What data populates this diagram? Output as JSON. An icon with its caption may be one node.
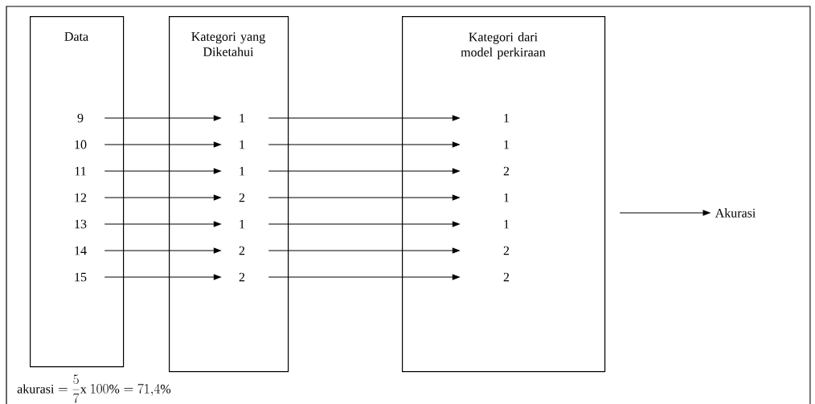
{
  "diagram": {
    "nodes": [
      {
        "text": [
          "Data"
        ]
      },
      {
        "text": [
          "Kategori yang Diketahui"
        ]
      },
      {
        "text": [
          "Kategori dari model perkiraan"
        ]
      },
      {
        "text": [
          "9"
        ],
        "in": 0
      },
      {
        "text": [
          "10"
        ],
        "in": 0
      },
      {
        "text": [
          "11"
        ],
        "in": 0
      },
      {
        "text": [
          "12"
        ],
        "in": 0
      },
      {
        "text": [
          "13"
        ],
        "in": 0
      },
      {
        "text": [
          "14"
        ],
        "in": 0
      },
      {
        "text": [
          "15"
        ],
        "in": 0
      },
      {
        "text": [
          "1"
        ],
        "in": 1
      },
      {
        "text": [
          "1"
        ],
        "in": 1
      },
      {
        "text": [
          "1"
        ],
        "in": 1
      },
      {
        "text": [
          "2"
        ],
        "in": 1
      },
      {
        "text": [
          "1"
        ],
        "in": 1
      },
      {
        "text": [
          "2"
        ],
        "in": 1
      },
      {
        "text": [
          "2"
        ],
        "in": 1
      },
      {
        "text": [
          "1"
        ],
        "in": 2
      },
      {
        "text": [
          "1"
        ],
        "in": 2
      },
      {
        "text": [
          "2"
        ],
        "in": 2
      },
      {
        "text": [
          "1"
        ],
        "in": 2
      },
      {
        "text": [
          "1"
        ],
        "in": 2
      },
      {
        "text": [
          "2"
        ],
        "in": 2
      },
      {
        "text": [
          "2"
        ],
        "in": 2
      },
      {
        "text": [
          "Akurasi"
        ]
      }
    ],
    "edges": [
      {
        "from": 3,
        "to": 10,
        "arrow": "to"
      },
      {
        "from": 4,
        "to": 11,
        "arrow": "to"
      },
      {
        "from": 5,
        "to": 12,
        "arrow": "to"
      },
      {
        "from": 6,
        "to": 13,
        "arrow": "to"
      },
      {
        "from": 7,
        "to": 14,
        "arrow": "to"
      },
      {
        "from": 8,
        "to": 15,
        "arrow": "to"
      },
      {
        "from": 9,
        "to": 16,
        "arrow": "to"
      },
      {
        "from": 10,
        "to": 17,
        "arrow": "to"
      },
      {
        "from": 11,
        "to": 18,
        "arrow": "to"
      },
      {
        "from": 12,
        "to": 19,
        "arrow": "to"
      },
      {
        "from": 13,
        "to": 20,
        "arrow": "to"
      },
      {
        "from": 14,
        "to": 21,
        "arrow": "to"
      },
      {
        "from": 15,
        "to": 22,
        "arrow": "to"
      },
      {
        "from": 16,
        "to": 23,
        "arrow": "to"
      },
      {
        "from": 2,
        "to": 24,
        "arrow": "to"
      }
    ],
    "labels": [
      "\\mathrm{akurasi} = \\frac{5}{7}\\mathrm{x}\\ 100\\% = 71{,}4\\%"
    ]
  }
}
